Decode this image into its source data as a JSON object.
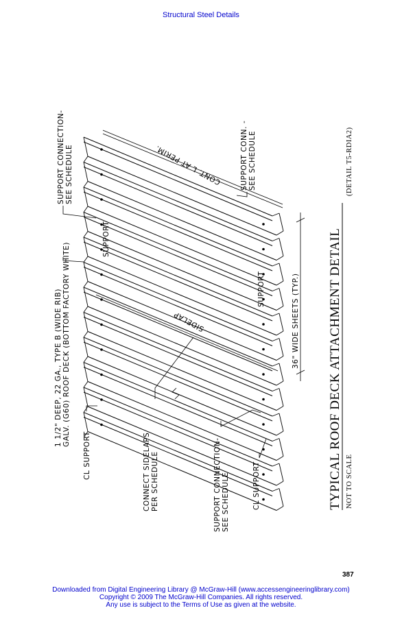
{
  "header": {
    "title": "Structural Steel Details"
  },
  "drawing": {
    "labels": {
      "support_conn_top": "SUPPORT CONNECTION-",
      "see_schedule_top": "SEE SCHEDULE",
      "support_conn_right_1": "SUPPORT CONN. -",
      "support_conn_right_2": "SEE SCHEDULE",
      "cont_l": "CONT. L AT PERIM.",
      "deck_line1": "1 1/2\" DEEP, 22 GA., TYPE B (WIDE RIB)",
      "deck_line2": "GALV. (G60) ROOF DECK (BOTTOM FACTORY WHITE)",
      "support_upper": "SUPPORT",
      "sidelap": "SIDELAP",
      "support_lower": "SUPPORT",
      "wide_sheets": "36\" WIDE SHEETS (TYP.)",
      "cl_support_left": "CL SUPPORT",
      "connect_sidelaps_1": "CONNECT SIDELAPS",
      "connect_sidelaps_2": "PER SCHEDULE",
      "support_conn_bottom_1": "SUPPORT CONNECTION-",
      "support_conn_bottom_2": "SEE SCHEDULE",
      "cl_support_bottom": "CL SUPPORT"
    },
    "title": "TYPICAL ROOF DECK ATTACHMENT DETAIL",
    "scale_note": "NOT TO SCALE",
    "detail_ref": "(DETAIL T5-RDIA2)"
  },
  "page_number": "387",
  "footer": {
    "line1": "Downloaded from Digital Engineering Library @ McGraw-Hill (www.accessengineeringlibrary.com)",
    "line2": "Copyright © 2009 The McGraw-Hill Companies. All rights reserved.",
    "line3": "Any use is subject to the Terms of Use as given at the website."
  }
}
